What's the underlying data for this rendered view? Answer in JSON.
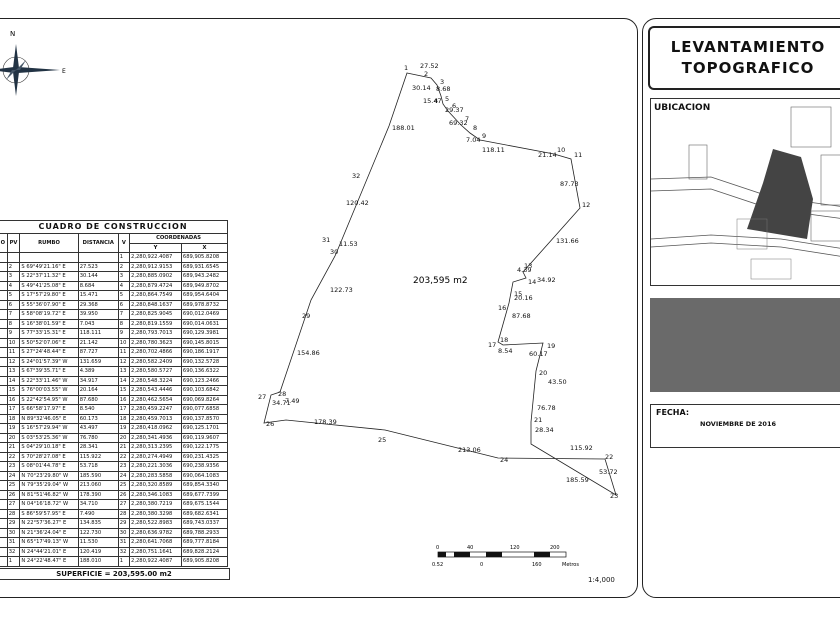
{
  "titles": {
    "line1": "LEVANTAMIENTO",
    "line2": "TOPOGRAFICO"
  },
  "location": {
    "label": "UBICACION"
  },
  "date": {
    "label": "FECHA:",
    "value": "NOVIEMBRE DE 2016"
  },
  "compass": {
    "north": "N",
    "east": "E"
  },
  "table": {
    "title": "CUADRO DE CONSTRUCCION",
    "headers": {
      "est": "O",
      "pv": "PV",
      "rumbo": "RUMBO",
      "distancia": "DISTANCIA",
      "v": "V",
      "coords": "COORDENADAS",
      "y": "Y",
      "x": "X"
    },
    "first_row": [
      "",
      "",
      "",
      "",
      "1",
      "2,280,922.4087",
      "689,905.8208"
    ],
    "rows": [
      [
        "",
        "2",
        "S 69°49'21.16\" E",
        "27.523",
        "2",
        "2,280,912.9153",
        "689,931.6545"
      ],
      [
        "",
        "3",
        "S 22°37'11.32\" E",
        "30.144",
        "3",
        "2,280,885.0902",
        "689,943.2482"
      ],
      [
        "",
        "4",
        "S 49°41'25.08\" E",
        "8.684",
        "4",
        "2,280,879.4724",
        "689,949.8702"
      ],
      [
        "",
        "5",
        "S 17°57'29.80\" E",
        "15.471",
        "5",
        "2,280,864.7549",
        "689,954.6404"
      ],
      [
        "",
        "6",
        "S 55°36'07.90\" E",
        "29.368",
        "6",
        "2,280,848.1637",
        "689,978.8732"
      ],
      [
        "",
        "7",
        "S 58°08'19.72\" E",
        "39.950",
        "7",
        "2,280,825.9045",
        "690,012.0469"
      ],
      [
        "",
        "8",
        "S 16°38'01.59\" E",
        "7.043",
        "8",
        "2,280,819.1559",
        "690,014.0631"
      ],
      [
        "",
        "9",
        "S 77°33'15.31\" E",
        "118.111",
        "9",
        "2,280,793.7013",
        "690,129.3981"
      ],
      [
        "",
        "10",
        "S 50°52'07.06\" E",
        "21.142",
        "10",
        "2,280,780.3623",
        "690,145.8015"
      ],
      [
        "",
        "11",
        "S 27°24'48.44\" E",
        "87.727",
        "11",
        "2,280,702.4866",
        "690,186.1917"
      ],
      [
        "",
        "12",
        "S 24°01'57.39\" W",
        "131.659",
        "12",
        "2,280,582.2409",
        "690,132.5728"
      ],
      [
        "",
        "13",
        "S 67°39'35.71\" E",
        "4.389",
        "13",
        "2,280,580.5727",
        "690,136.6322"
      ],
      [
        "",
        "14",
        "S 22°33'11.46\" W",
        "34.917",
        "14",
        "2,280,548.3224",
        "690,123.2466"
      ],
      [
        "",
        "15",
        "S 76°00'03.55\" W",
        "20.164",
        "15",
        "2,280,543.4446",
        "690,103.6842"
      ],
      [
        "",
        "16",
        "S 22°42'54.95\" W",
        "87.680",
        "16",
        "2,280,462.5654",
        "690,069.8264"
      ],
      [
        "",
        "17",
        "S 66°58'17.97\" E",
        "8.540",
        "17",
        "2,280,459.2247",
        "690,077.6858"
      ],
      [
        "",
        "18",
        "N 89°32'46.05\" E",
        "60.173",
        "18",
        "2,280,459.7013",
        "690,137.8570"
      ],
      [
        "",
        "19",
        "S 16°57'29.94\" W",
        "43.497",
        "19",
        "2,280,418.0962",
        "690,125.1701"
      ],
      [
        "",
        "20",
        "S 03°53'25.36\" W",
        "76.780",
        "20",
        "2,280,341.4936",
        "690,119.9607"
      ],
      [
        "",
        "21",
        "S 04°29'10.18\" E",
        "28.341",
        "21",
        "2,280,313.2395",
        "690,122.1775"
      ],
      [
        "",
        "22",
        "S 70°28'27.08\" E",
        "115.922",
        "22",
        "2,280,274.4949",
        "690,231.4325"
      ],
      [
        "",
        "23",
        "S 08°01'44.78\" E",
        "53.718",
        "23",
        "2,280,221.3036",
        "690,238.9356"
      ],
      [
        "",
        "24",
        "N 70°23'29.80\" W",
        "185.590",
        "24",
        "2,280,283.5858",
        "690,064.1083"
      ],
      [
        "",
        "25",
        "N 79°35'29.04\" W",
        "213.060",
        "25",
        "2,280,320.8589",
        "689,854.3340"
      ],
      [
        "",
        "26",
        "N 81°51'46.82\" W",
        "178.390",
        "26",
        "2,280,346.1083",
        "689,677.7399"
      ],
      [
        "",
        "27",
        "N 04°16'18.72\" W",
        "34.710",
        "27",
        "2,280,380.7219",
        "689,675.1544"
      ],
      [
        "",
        "28",
        "S 86°59'57.95\" E",
        "7.490",
        "28",
        "2,280,380.3298",
        "689,682.6341"
      ],
      [
        "",
        "29",
        "N 22°57'36.27\" E",
        "134.835",
        "29",
        "2,280,522.8983",
        "689,743.0337"
      ],
      [
        "",
        "30",
        "N 21°36'24.04\" E",
        "122.730",
        "30",
        "2,280,636.9782",
        "689,788.2933"
      ],
      [
        "",
        "31",
        "N 65°17'49.13\" W",
        "11.530",
        "31",
        "2,280,641.7068",
        "689,777.8184"
      ],
      [
        "",
        "32",
        "N 24°44'21.01\" E",
        "120.419",
        "32",
        "2,280,751.1641",
        "689,828.2124"
      ],
      [
        "",
        "1",
        "N 24°22'48.47\" E",
        "188.010",
        "1",
        "2,280,922.4087",
        "689,905.8208"
      ]
    ],
    "superficie": "SUPERFICIE = 203,595.00 m2"
  },
  "plot": {
    "area_label": "203,595 m2",
    "vertices": [
      "1",
      "2",
      "3",
      "4",
      "5",
      "6",
      "7",
      "8",
      "9",
      "10",
      "11",
      "12",
      "13",
      "14",
      "15",
      "16",
      "17",
      "18",
      "19",
      "20",
      "21",
      "22",
      "23",
      "24",
      "25",
      "26",
      "27",
      "28",
      "29",
      "30",
      "31",
      "32"
    ],
    "distances": [
      "27.52",
      "8.68",
      "30.14",
      "15.47",
      "29.37",
      "69.32",
      "7.04",
      "118.11",
      "21.14",
      "87.73",
      "131.66",
      "4.39",
      "34.92",
      "20.16",
      "87.68",
      "8.54",
      "60.17",
      "43.50",
      "76.78",
      "28.34",
      "115.92",
      "53.72",
      "185.59",
      "213.06",
      "178.39",
      "34.71",
      "7.49",
      "154.86",
      "122.73",
      "11.53",
      "120.42",
      "188.01"
    ]
  },
  "scale": {
    "ticks_top": [
      "0",
      "40",
      "120",
      "200"
    ],
    "ticks_bottom": [
      "0.52",
      "0",
      "160"
    ],
    "unit": "Metros",
    "ratio": "1:4,000"
  }
}
